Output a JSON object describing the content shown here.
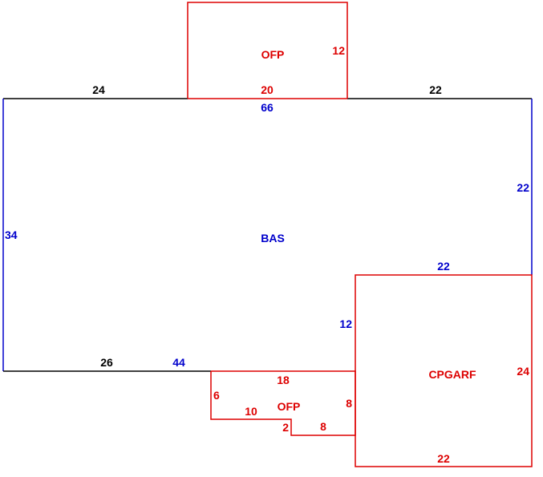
{
  "colors": {
    "blue": "#0000cc",
    "red": "#dd0000",
    "black": "#000000",
    "background": "#ffffff"
  },
  "areas": {
    "bas": {
      "code": "BAS"
    },
    "ofp_top": {
      "code": "OFP"
    },
    "ofp_bottom": {
      "code": "OFP"
    },
    "cpgarf": {
      "code": "CPGARF"
    }
  },
  "dimensions": {
    "top_left": "24",
    "top_right": "22",
    "bas_top": "66",
    "bas_left": "34",
    "bas_right": "22",
    "bas_bottom_left": "26",
    "bas_bottom": "44",
    "bas_inner_vertical": "12",
    "bas_inner_horizontal": "22",
    "ofp_top_width": "20",
    "ofp_top_height": "12",
    "ofp_bottom_top": "18",
    "ofp_bottom_left": "6",
    "ofp_bottom_step_width": "10",
    "ofp_bottom_step_height": "2",
    "ofp_bottom_lower": "8",
    "ofp_bottom_right": "8",
    "cpgarf_right": "24",
    "cpgarf_bottom": "22"
  }
}
